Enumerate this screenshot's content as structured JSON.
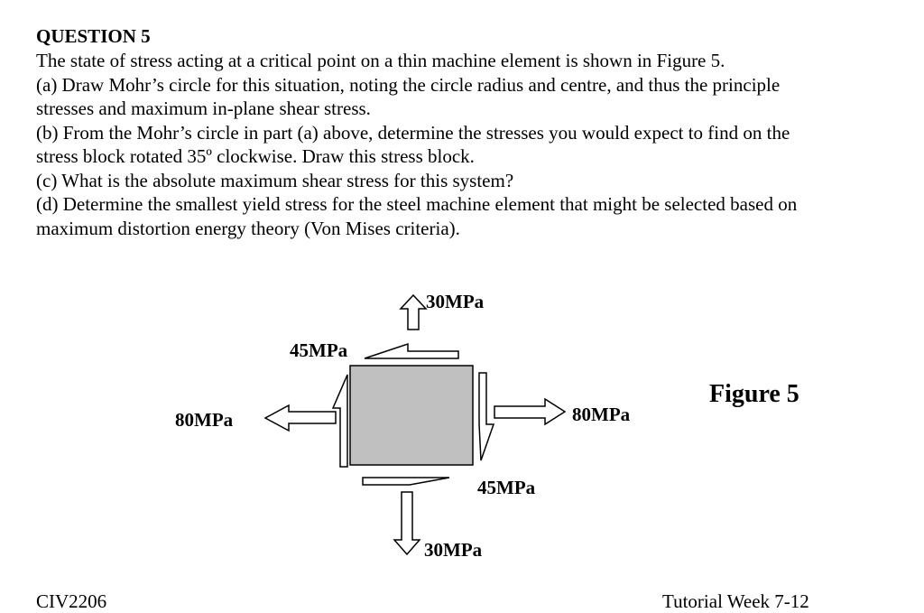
{
  "question": {
    "title": "QUESTION 5",
    "lines": [
      "The state of stress acting at a critical point on a thin machine element is shown in Figure 5.",
      "(a) Draw Mohr’s circle for this situation, noting the circle radius and centre, and thus the principle",
      "stresses and maximum in-plane shear stress.",
      "(b) From the Mohr’s circle in part (a) above, determine the stresses you would expect to find on the",
      "stress block rotated 35º clockwise.  Draw this stress block.",
      "(c) What is the absolute maximum shear stress for this system?",
      "(d) Determine the smallest yield stress for the steel machine element that might be selected based on",
      "maximum distortion energy theory (Von Mises criteria)."
    ]
  },
  "figure": {
    "caption": "Figure 5",
    "labels": {
      "normal_y_top": "30MPa",
      "normal_y_bottom": "30MPa",
      "shear_top": "45MPa",
      "shear_bottom": "45MPa",
      "normal_x_left": "80MPa",
      "normal_x_right": "80MPa"
    },
    "colors": {
      "element_fill": "#c0c0c0",
      "stroke": "#000000"
    }
  },
  "footer_cut": {
    "left": "CIV2206",
    "right": "Tutorial Week 7-12"
  }
}
